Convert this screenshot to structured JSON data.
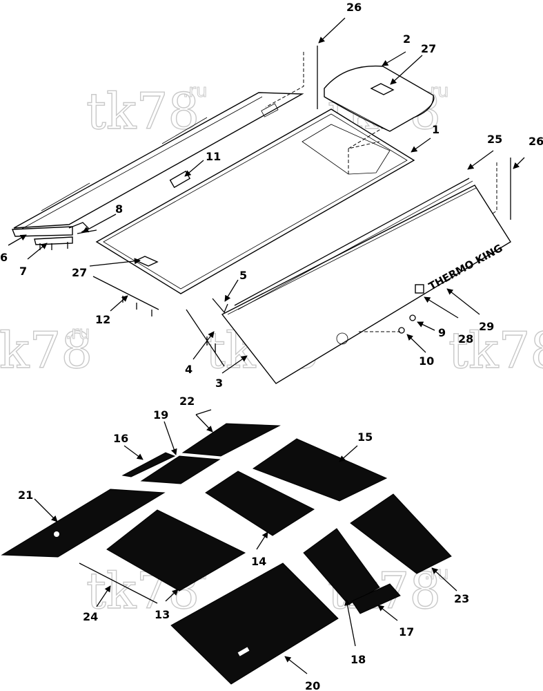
{
  "watermark": {
    "main": "tk78",
    "suffix": ".ru"
  },
  "logo": {
    "brand": "THERMO KING"
  },
  "callouts": [
    "1",
    "2",
    "3",
    "4",
    "5",
    "6",
    "7",
    "8",
    "9",
    "10",
    "11",
    "12",
    "13",
    "14",
    "15",
    "16",
    "17",
    "18",
    "19",
    "20",
    "21",
    "22",
    "23",
    "24",
    "25",
    "26",
    "26",
    "27",
    "27",
    "28",
    "29"
  ]
}
